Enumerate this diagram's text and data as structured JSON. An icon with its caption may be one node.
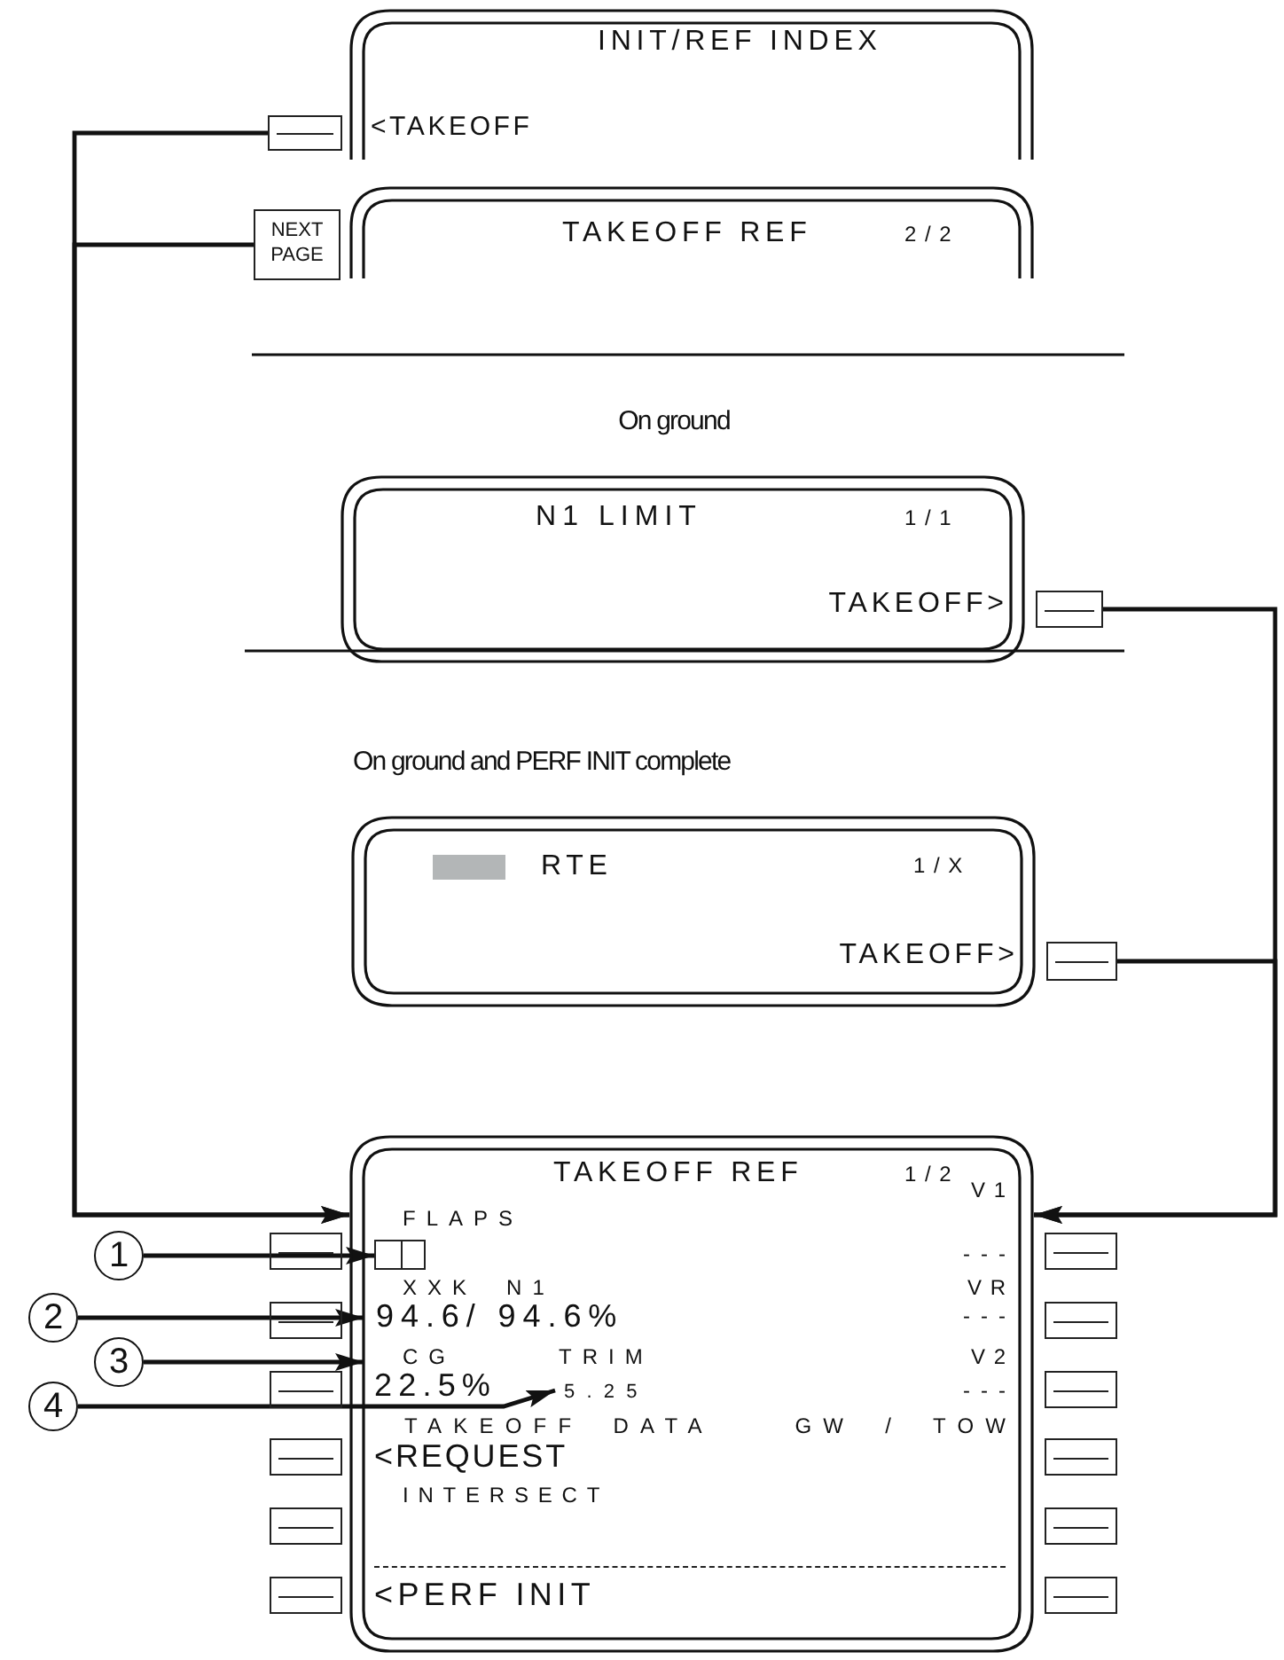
{
  "diagram": {
    "nodes": [
      {
        "text": [
          "INIT/REF INDEX",
          "<TAKEOFF"
        ]
      },
      {
        "text": [],
        "shape": "box"
      },
      {
        "text": [
          "NEXT PAGE"
        ]
      },
      {
        "text": [
          "TAKEOFF REF",
          "2/2"
        ]
      },
      {
        "text": [
          "N1 LIMIT",
          "1/1",
          "TAKEOFF>"
        ]
      },
      {
        "text": [],
        "shape": "box"
      },
      {
        "text": [
          "RTE",
          "1/X",
          "TAKEOFF>"
        ]
      },
      {
        "text": [],
        "shape": "box"
      },
      {
        "text": [
          "TAKEOFF REF",
          "1/2",
          "FLAPS",
          "V1",
          "---",
          "XXK N1",
          "VR",
          "94.6/ 94.6%",
          "---",
          "CG",
          "TRIM",
          "V2",
          "22.5%",
          "5.25",
          "---",
          "TAKEOFF DATA",
          "GW / TOW",
          "<REQUEST",
          "INTERSECT",
          "<PERF INIT"
        ]
      },
      {
        "text": [],
        "shape": "box",
        "in": 8
      },
      {
        "text": [],
        "shape": "box"
      },
      {
        "text": [],
        "shape": "box"
      },
      {
        "text": [],
        "shape": "box"
      },
      {
        "text": [],
        "shape": "box"
      },
      {
        "text": [],
        "shape": "box"
      },
      {
        "text": [],
        "shape": "box"
      },
      {
        "text": [],
        "shape": "box"
      },
      {
        "text": [],
        "shape": "box"
      },
      {
        "text": [],
        "shape": "box"
      },
      {
        "text": [],
        "shape": "box"
      },
      {
        "text": [],
        "shape": "box"
      },
      {
        "text": [],
        "shape": "box"
      },
      {
        "text": [
          "1"
        ]
      },
      {
        "text": [
          "2"
        ]
      },
      {
        "text": [
          "3"
        ]
      },
      {
        "text": [
          "4"
        ]
      }
    ],
    "edges": [
      {
        "from": 1,
        "to": 8,
        "arrow": "to"
      },
      {
        "from": 2,
        "to": 8,
        "arrow": "to"
      },
      {
        "from": 5,
        "to": 8,
        "arrow": "to"
      },
      {
        "from": 7,
        "to": 8,
        "arrow": "to"
      },
      {
        "from": 22,
        "to": 9,
        "arrow": "to"
      },
      {
        "from": 23,
        "to": 8,
        "arrow": "to"
      },
      {
        "from": 24,
        "to": 8,
        "arrow": "to"
      },
      {
        "from": 25,
        "to": null,
        "arrow": "to"
      }
    ],
    "labels": [
      "On ground",
      "On ground and PERF INIT complete"
    ]
  }
}
